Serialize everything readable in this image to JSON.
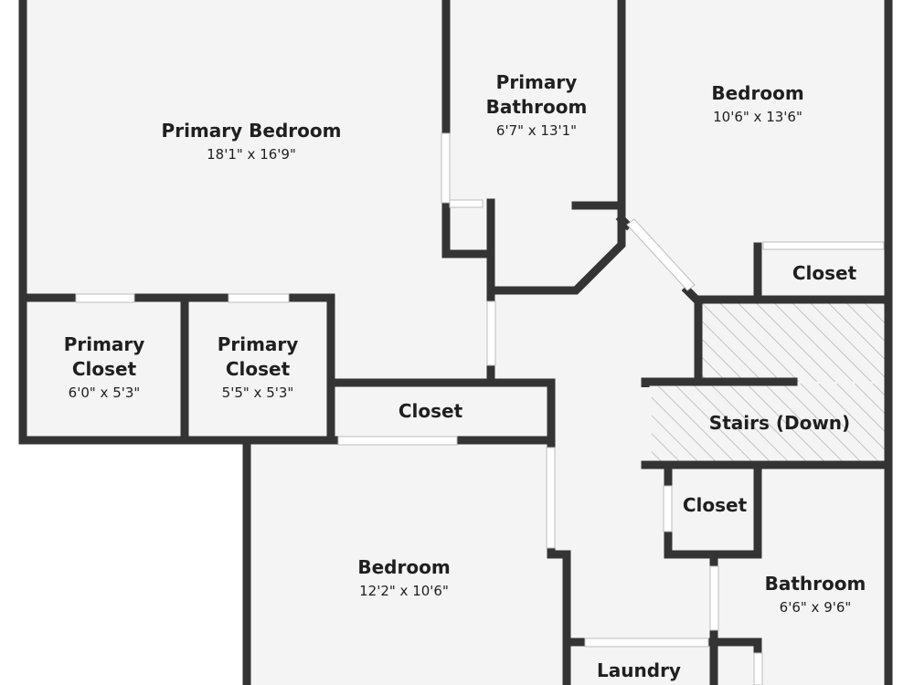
{
  "floor_plan": {
    "rooms": [
      {
        "id": "primary-bedroom",
        "name_lines": [
          "Primary Bedroom"
        ],
        "dims": "18'1\" x 16'9\""
      },
      {
        "id": "primary-bathroom",
        "name_lines": [
          "Primary",
          "Bathroom"
        ],
        "dims": "6'7\" x 13'1\""
      },
      {
        "id": "bedroom-ne",
        "name_lines": [
          "Bedroom"
        ],
        "dims": "10'6\" x 13'6\""
      },
      {
        "id": "closet-ne",
        "name_lines": [
          "Closet"
        ],
        "dims": ""
      },
      {
        "id": "primary-closet-1",
        "name_lines": [
          "Primary",
          "Closet"
        ],
        "dims": "6'0\" x 5'3\""
      },
      {
        "id": "primary-closet-2",
        "name_lines": [
          "Primary",
          "Closet"
        ],
        "dims": "5'5\" x 5'3\""
      },
      {
        "id": "closet-hall",
        "name_lines": [
          "Closet"
        ],
        "dims": ""
      },
      {
        "id": "stairs",
        "name_lines": [
          "Stairs (Down)"
        ],
        "dims": ""
      },
      {
        "id": "closet-bath",
        "name_lines": [
          "Closet"
        ],
        "dims": ""
      },
      {
        "id": "bedroom-sw",
        "name_lines": [
          "Bedroom"
        ],
        "dims": "12'2\" x 10'6\""
      },
      {
        "id": "bathroom",
        "name_lines": [
          "Bathroom"
        ],
        "dims": "6'6\" x 9'6\""
      },
      {
        "id": "laundry",
        "name_lines": [
          "Laundry"
        ],
        "dims": ""
      }
    ],
    "colors": {
      "floor": "#f4f4f4",
      "wall": "#343434",
      "window": "#ffffff",
      "hatch": "#b4b4b4",
      "text": "#1f1f1f"
    }
  }
}
